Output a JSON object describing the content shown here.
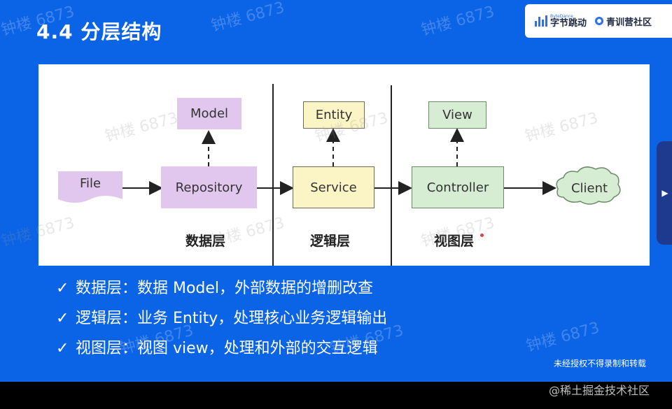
{
  "slide": {
    "title": "4.4 分层结构",
    "logos": {
      "bytedance_small": "ByteDance",
      "bytedance_cn": "字节跳动",
      "qingxun": "青训营社区"
    },
    "diagram": {
      "file": "File",
      "repository": "Repository",
      "model": "Model",
      "service": "Service",
      "entity": "Entity",
      "controller": "Controller",
      "view": "View",
      "client": "Client",
      "layer_data": "数据层",
      "layer_logic": "逻辑层",
      "layer_view": "视图层"
    },
    "bullets": [
      "数据层：数据 Model，外部数据的增删改查",
      "逻辑层：业务 Entity，处理核心业务逻辑输出",
      "视图层：视图 view，处理和外部的交互逻辑"
    ],
    "check_glyph": "✓",
    "notice": "未经授权不得录制和转载",
    "watermark": "钟楼 6873",
    "side_tab_icon": "▶"
  },
  "footer": "@稀土掘金技术社区",
  "colors": {
    "background": "#0b63e6",
    "purple": "#e1c7ee",
    "yellow": "#fbf5c6",
    "green": "#d6ecd3",
    "cloud": "#d6ecd3"
  }
}
